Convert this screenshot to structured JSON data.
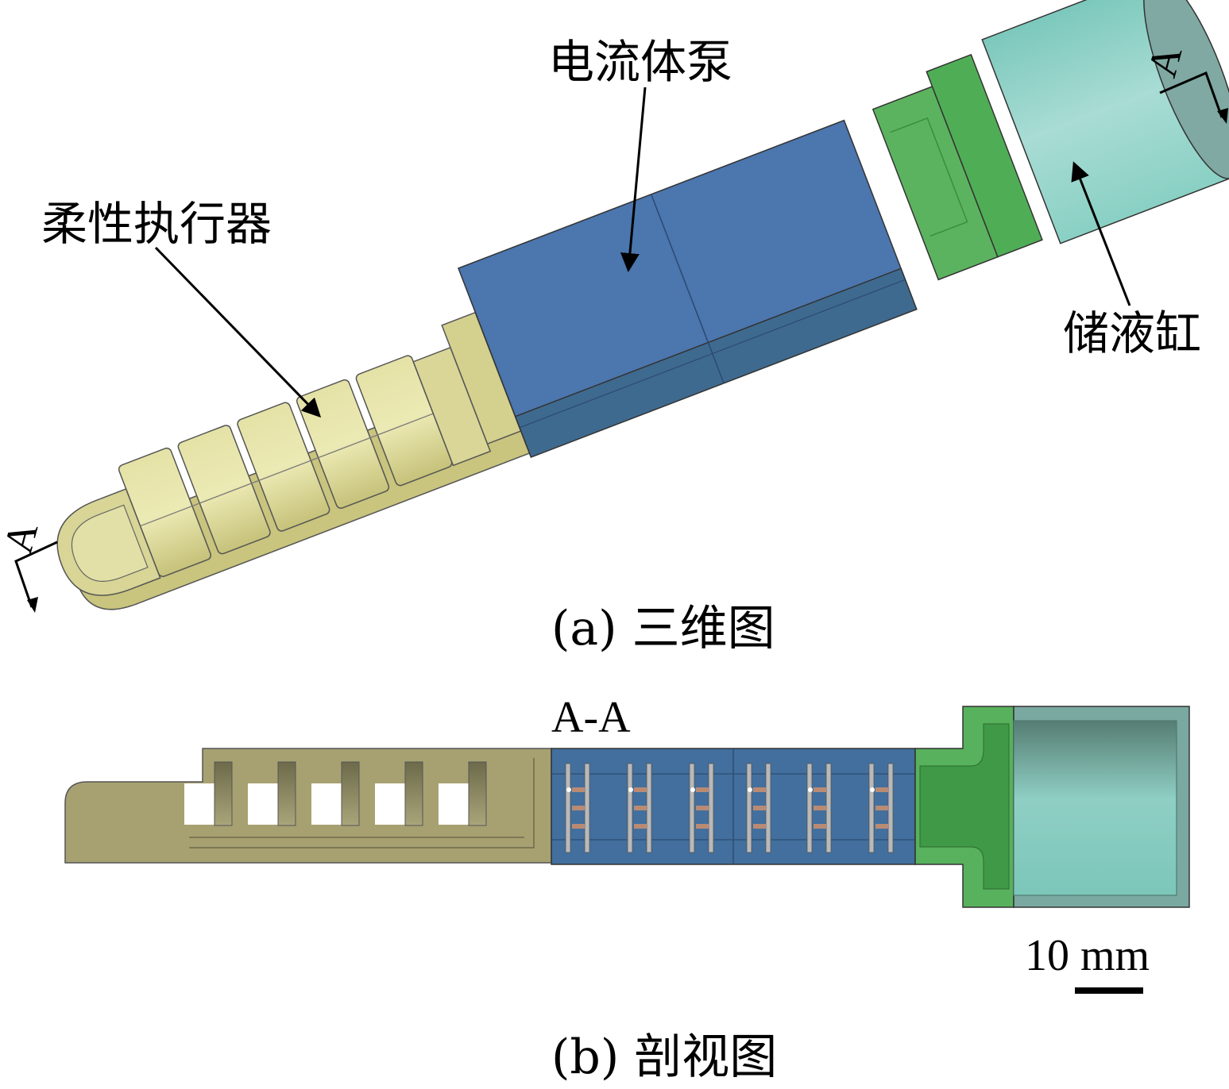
{
  "figure": {
    "panel_a": {
      "caption": "(a)  三维图",
      "labels": {
        "pump": "电流体泵",
        "actuator": "柔性执行器",
        "reservoir": "储液缸"
      },
      "section_marker": "A"
    },
    "panel_b": {
      "caption": "(b)  剖视图",
      "section_title": "A-A",
      "scale_bar": "10 mm"
    }
  },
  "colors": {
    "actuator_yellow": "#d6d38c",
    "pump_blue": "#4a75ad",
    "connector_green": "#5cb460",
    "reservoir_cyan": "#8fd1c6"
  }
}
